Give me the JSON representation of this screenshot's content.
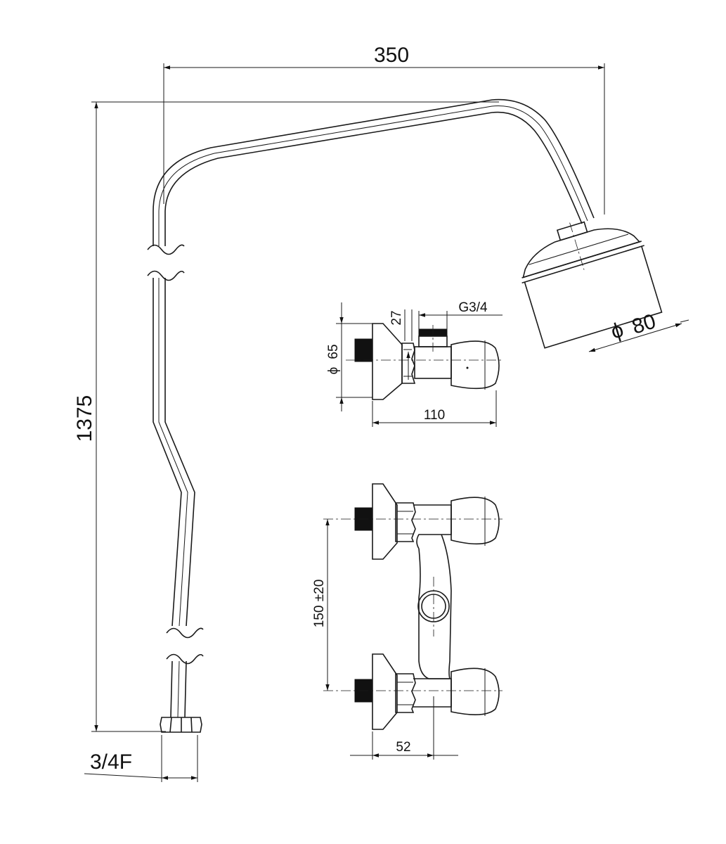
{
  "dimensions": {
    "width_arm": "350",
    "height_total": "1375",
    "shower_head_diameter": "80",
    "thread_outlet": "3/4F",
    "flange_diameter": "65",
    "offset_top": "27",
    "thread_top": "G3/4",
    "depth": "110",
    "center_distance": "150 ±20",
    "wall_offset": "52"
  },
  "symbols": {
    "diameter_symbol": "ϕ"
  },
  "colors": {
    "line": "#1a1a1a",
    "background": "#ffffff"
  }
}
